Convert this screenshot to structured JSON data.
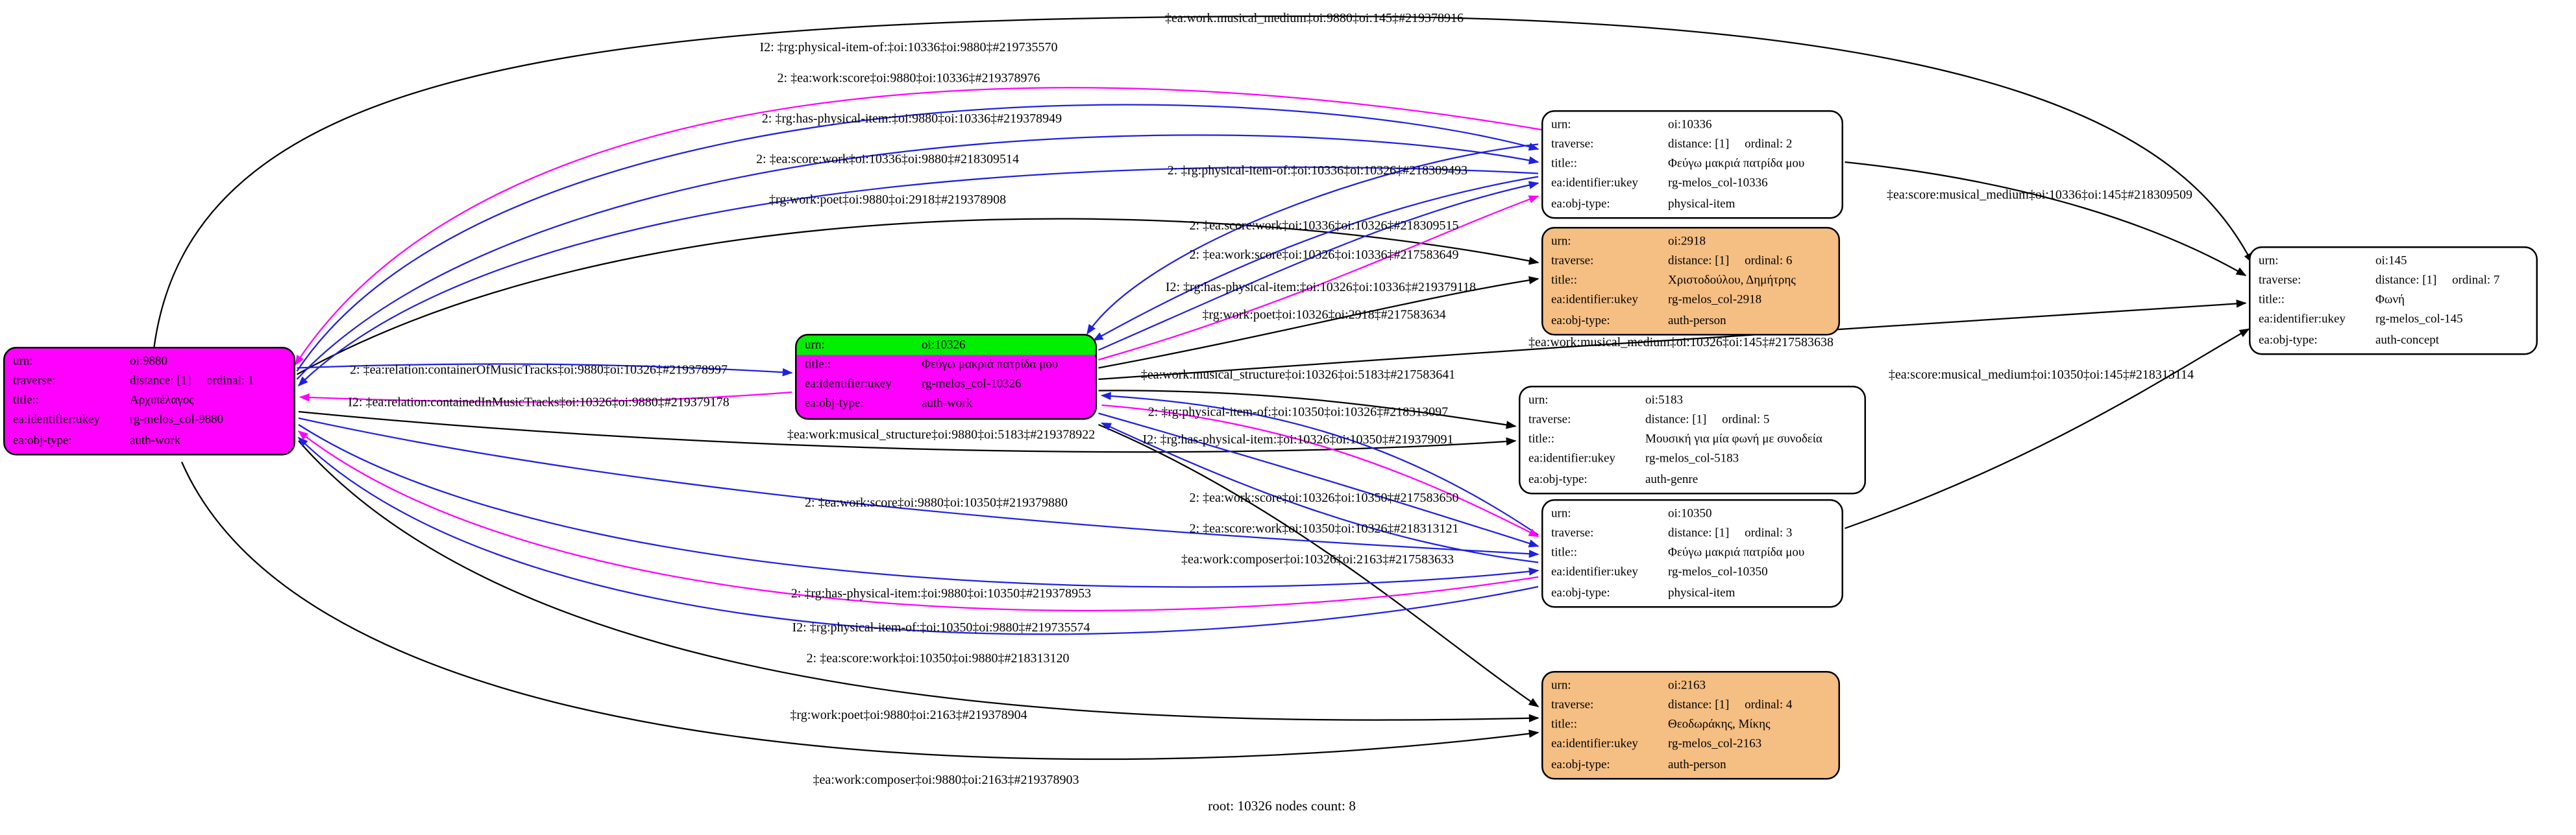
{
  "graph": {
    "footer": "root: 10326 nodes count: 8"
  },
  "field_labels": {
    "urn": "urn:",
    "traverse": "traverse:",
    "title": "title::",
    "ukey": "ea:identifier:ukey",
    "objtype": "ea:obj-type:"
  },
  "colors": {
    "work_node_fill": "#FF00FF",
    "root_header_fill": "#00EE00",
    "person_node_fill": "#F5BE82",
    "item_node_fill": "#FFFFFF",
    "edge_default": "#000000",
    "edge_forward": "#2020E0",
    "edge_inverse": "#FF00FF"
  },
  "nodes": {
    "n9880": {
      "urn": "oi:9880",
      "traverse": "distance: [1]     ordinal: 1",
      "title": "Αρχιπέλαγος",
      "ukey": "rg-melos_col-9880",
      "objtype": "auth-work"
    },
    "n10326": {
      "urn": "oi:10326",
      "title": "Φεύγω μακριά πατρίδα μου",
      "ukey": "rg-melos_col-10326",
      "objtype": "auth-work"
    },
    "n10336": {
      "urn": "oi:10336",
      "traverse": "distance: [1]     ordinal: 2",
      "title": "Φεύγω μακριά πατρίδα μου",
      "ukey": "rg-melos_col-10336",
      "objtype": "physical-item"
    },
    "n2918": {
      "urn": "oi:2918",
      "traverse": "distance: [1]     ordinal: 6",
      "title": "Χριστοδούλου, Δημήτρης",
      "ukey": "rg-melos_col-2918",
      "objtype": "auth-person"
    },
    "n5183": {
      "urn": "oi:5183",
      "traverse": "distance: [1]     ordinal: 5",
      "title": "Μουσική για μία φωνή με συνοδεία",
      "ukey": "rg-melos_col-5183",
      "objtype": "auth-genre"
    },
    "n10350": {
      "urn": "oi:10350",
      "traverse": "distance: [1]     ordinal: 3",
      "title": "Φεύγω μακριά πατρίδα μου",
      "ukey": "rg-melos_col-10350",
      "objtype": "physical-item"
    },
    "n2163": {
      "urn": "oi:2163",
      "traverse": "distance: [1]     ordinal: 4",
      "title": "Θεοδωράκης, Μίκης",
      "ukey": "rg-melos_col-2163",
      "objtype": "auth-person"
    },
    "n145": {
      "urn": "oi:145",
      "traverse": "distance: [1]     ordinal: 7",
      "title": "Φωνή",
      "ukey": "rg-melos_col-145",
      "objtype": "auth-concept"
    }
  },
  "edge_labels": [
    "‡ea:work:musical_medium‡oi:9880‡oi:145‡#219378916",
    "I2: ‡rg:physical-item-of:‡oi:10336‡oi:9880‡#219735570",
    "2: ‡ea:work:score‡oi:9880‡oi:10336‡#219378976",
    "2: ‡rg:has-physical-item:‡oi:9880‡oi:10336‡#219378949",
    "2: ‡ea:score:work‡oi:10336‡oi:9880‡#218309514",
    "2: ‡rg:physical-item-of:‡oi:10336‡oi:10326‡#218309493",
    "‡rg:work:poet‡oi:9880‡oi:2918‡#219378908",
    "2: ‡ea:score:work‡oi:10336‡oi:10326‡#218309515",
    "2: ‡ea:work:score‡oi:10326‡oi:10336‡#217583649",
    "I2: ‡rg:has-physical-item:‡oi:10326‡oi:10336‡#219379118",
    "‡rg:work:poet‡oi:10326‡oi:2918‡#217583634",
    "‡ea:work:musical_medium‡oi:10326‡oi:145‡#217583638",
    "‡ea:score:musical_medium‡oi:10336‡oi:145‡#218309509",
    "2: ‡ea:relation:containerOfMusicTracks‡oi:9880‡oi:10326‡#219378997",
    "I2: ‡ea:relation:containedInMusicTracks‡oi:10326‡oi:9880‡#219379178",
    "‡ea:work:musical_structure‡oi:10326‡oi:5183‡#217583641",
    "2: ‡rg:physical-item-of:‡oi:10350‡oi:10326‡#218313097",
    "I2: ‡rg:has-physical-item:‡oi:10326‡oi:10350‡#219379091",
    "‡ea:work:musical_structure‡oi:9880‡oi:5183‡#219378922",
    "‡ea:score:musical_medium‡oi:10350‡oi:145‡#218313114",
    "2: ‡ea:work:score‡oi:10326‡oi:10350‡#217583650",
    "2: ‡ea:score:work‡oi:10350‡oi:10326‡#218313121",
    "‡ea:work:composer‡oi:10326‡oi:2163‡#217583633",
    "2: ‡ea:work:score‡oi:9880‡oi:10350‡#219379880",
    "2: ‡rg:has-physical-item:‡oi:9880‡oi:10350‡#219378953",
    "I2: ‡rg:physical-item-of:‡oi:10350‡oi:9880‡#219735574",
    "2: ‡ea:score:work‡oi:10350‡oi:9880‡#218313120",
    "‡rg:work:poet‡oi:9880‡oi:2163‡#219378904",
    "‡ea:work:composer‡oi:9880‡oi:2163‡#219378903"
  ]
}
